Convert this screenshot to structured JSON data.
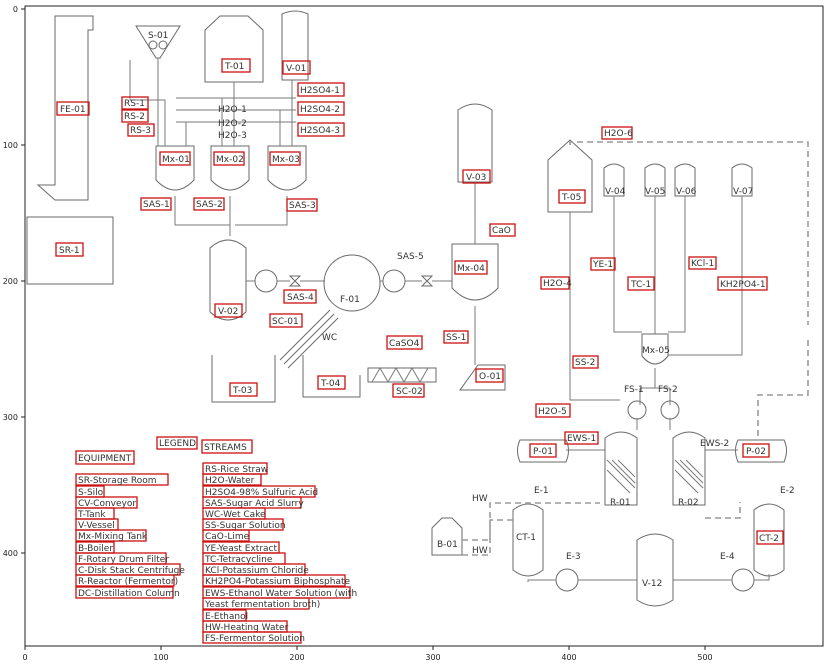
{
  "axis": {
    "x_ticks": [
      "0",
      "100",
      "200",
      "300",
      "400",
      "500"
    ],
    "y_ticks": [
      "0",
      "100",
      "200",
      "300",
      "400"
    ]
  },
  "labels": {
    "fe01": "FE-01",
    "sr1": "SR-1",
    "s01": "S-01",
    "t01": "T-01",
    "v01": "V-01",
    "rs1": "RS-1",
    "rs2": "RS-2",
    "rs3": "RS-3",
    "h2o1": "H2O-1",
    "h2o2": "H2O-2",
    "h2o3": "H2O-3",
    "h2so41": "H2SO4-1",
    "h2so42": "H2SO4-2",
    "h2so43": "H2SO4-3",
    "mx01": "Mx-01",
    "mx02": "Mx-02",
    "mx03": "Mx-03",
    "sas1": "SAS-1",
    "sas2": "SAS-2",
    "sas3": "SAS-3",
    "sas4": "SAS-4",
    "sas5": "SAS-5",
    "v02": "V-02",
    "f01": "F-01",
    "sc01": "SC-01",
    "wc": "WC",
    "t03": "T-03",
    "t04": "T-04",
    "caso4": "CaSO4",
    "sc02": "SC-02",
    "o01": "O-01",
    "ss1": "SS-1",
    "v03": "V-03",
    "cao": "CaO",
    "mx04": "Mx-04",
    "h2o6": "H2O-6",
    "h2o4": "H2O-4",
    "h2o5": "H2O-5",
    "t05": "T-05",
    "v04": "V-04",
    "v05": "V-05",
    "v06": "V-06",
    "v07": "V-07",
    "ye1": "YE-1",
    "tc1": "TC-1",
    "kci1": "KCl-1",
    "kh2po41": "KH2PO4-1",
    "mx05": "Mx-05",
    "ss2": "SS-2",
    "fs1": "FS-1",
    "fs2": "FS-2",
    "ews1": "EWS-1",
    "ews2": "EWS-2",
    "p01": "P-01",
    "p02": "P-02",
    "r01": "R-01",
    "r02": "R-02",
    "e1": "E-1",
    "e2": "E-2",
    "e3": "E-3",
    "e4": "E-4",
    "hw1": "HW",
    "hw2": "HW",
    "b01": "B-01",
    "ct1": "CT-1",
    "ct2": "CT-2",
    "v12": "V-12"
  },
  "legend": {
    "title": "LEGEND",
    "equipment_title": "EQUIPMENT",
    "streams_title": "STREAMS",
    "equipment": [
      "SR-Storage Room",
      "S-Silo",
      "CV-Conveyor",
      "T-Tank",
      "V-Vessel",
      "Mx-Mixing Tank",
      "B-Boiler",
      "F-Rotary Drum Filter",
      "C-Disk Stack Centrifuge",
      "R-Reactor (Fermentor)",
      "DC-Distillation Column"
    ],
    "streams": [
      "RS-Rice Straw",
      "H2O-Water",
      "H2SO4-98% Sulfuric Acid",
      "SAS-Sugar Acid Slurry",
      "WC-Wet Cake",
      "SS-Sugar Solution",
      "CaO-Lime",
      "YE-Yeast Extract",
      "TC-Tetracycline",
      "KCl-Potassium Chloride",
      "KH2PO4-Potassium Biphosphate",
      "EWS-Ethanol Water Solution (with",
      "Yeast fermentation broth)",
      "E-Ethanol",
      "HW-Heating Water",
      "FS-Fermentor Solution"
    ]
  }
}
